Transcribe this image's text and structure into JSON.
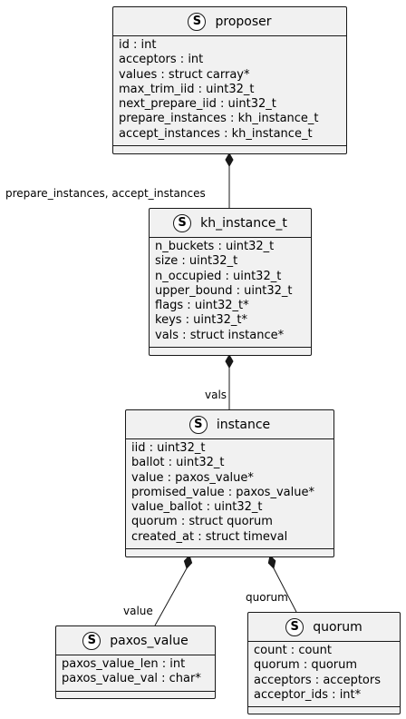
{
  "classes": {
    "proposer": {
      "stereotype": "S",
      "name": "proposer",
      "fields": [
        "id : int",
        "acceptors : int",
        "values : struct carray*",
        "max_trim_iid : uint32_t",
        "next_prepare_iid : uint32_t",
        "prepare_instances : kh_instance_t",
        "accept_instances : kh_instance_t"
      ]
    },
    "kh_instance_t": {
      "stereotype": "S",
      "name": "kh_instance_t",
      "fields": [
        "n_buckets : uint32_t",
        "size : uint32_t",
        "n_occupied : uint32_t",
        "upper_bound : uint32_t",
        "flags : uint32_t*",
        "keys : uint32_t*",
        "vals : struct instance*"
      ]
    },
    "instance": {
      "stereotype": "S",
      "name": "instance",
      "fields": [
        "iid : uint32_t",
        "ballot : uint32_t",
        "value : paxos_value*",
        "promised_value : paxos_value*",
        "value_ballot : uint32_t",
        "quorum : struct quorum",
        "created_at : struct timeval"
      ]
    },
    "paxos_value": {
      "stereotype": "S",
      "name": "paxos_value",
      "fields": [
        "paxos_value_len : int",
        "paxos_value_val : char*"
      ]
    },
    "quorum": {
      "stereotype": "S",
      "name": "quorum",
      "fields": [
        "count : count",
        "quorum : quorum",
        "acceptors : acceptors",
        "acceptor_ids : int*"
      ]
    }
  },
  "relations": [
    {
      "from": "proposer",
      "to": "kh_instance_t",
      "kind": "composition",
      "label": "prepare_instances, accept_instances"
    },
    {
      "from": "kh_instance_t",
      "to": "instance",
      "kind": "composition",
      "label": "vals"
    },
    {
      "from": "instance",
      "to": "paxos_value",
      "kind": "composition",
      "label": "value"
    },
    {
      "from": "instance",
      "to": "quorum",
      "kind": "composition",
      "label": "quorum"
    }
  ],
  "colors": {
    "box_fill": "#f1f1f1",
    "stroke": "#181818",
    "badge_fill": "#ffffff"
  }
}
